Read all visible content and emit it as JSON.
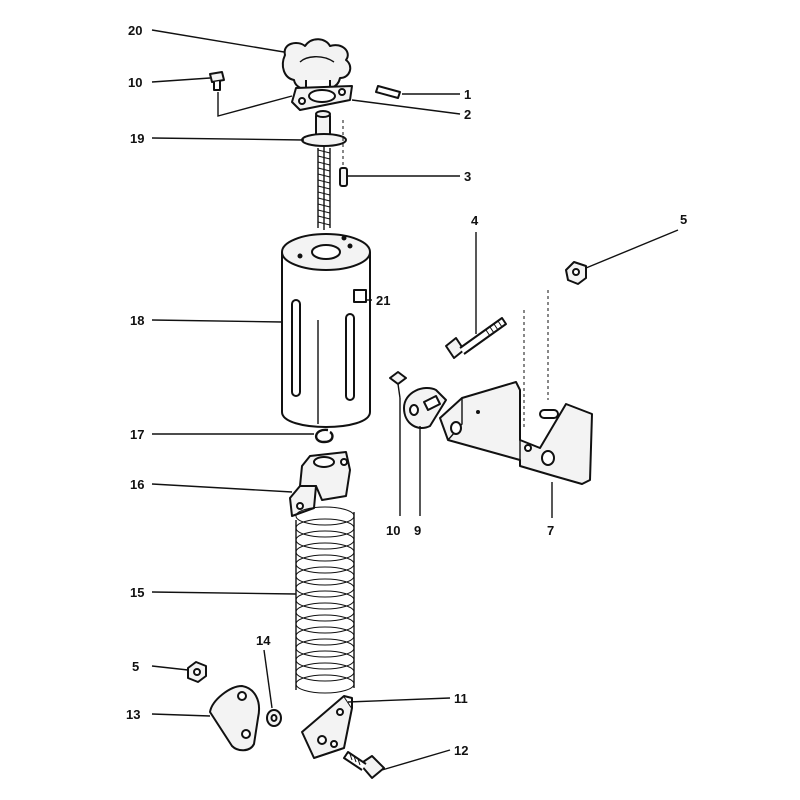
{
  "diagram": {
    "callouts": [
      {
        "id": "c20",
        "text": "20"
      },
      {
        "id": "c10a",
        "text": "10"
      },
      {
        "id": "c1",
        "text": "1"
      },
      {
        "id": "c2",
        "text": "2"
      },
      {
        "id": "c19",
        "text": "19"
      },
      {
        "id": "c3",
        "text": "3"
      },
      {
        "id": "c4",
        "text": "4"
      },
      {
        "id": "c5a",
        "text": "5"
      },
      {
        "id": "c18",
        "text": "18"
      },
      {
        "id": "c21",
        "text": "21"
      },
      {
        "id": "c17",
        "text": "17"
      },
      {
        "id": "c16",
        "text": "16"
      },
      {
        "id": "c10b",
        "text": "10"
      },
      {
        "id": "c9",
        "text": "9"
      },
      {
        "id": "c7",
        "text": "7"
      },
      {
        "id": "c15",
        "text": "15"
      },
      {
        "id": "c14",
        "text": "14"
      },
      {
        "id": "c5b",
        "text": "5"
      },
      {
        "id": "c11",
        "text": "11"
      },
      {
        "id": "c13",
        "text": "13"
      },
      {
        "id": "c12",
        "text": "12"
      }
    ]
  }
}
